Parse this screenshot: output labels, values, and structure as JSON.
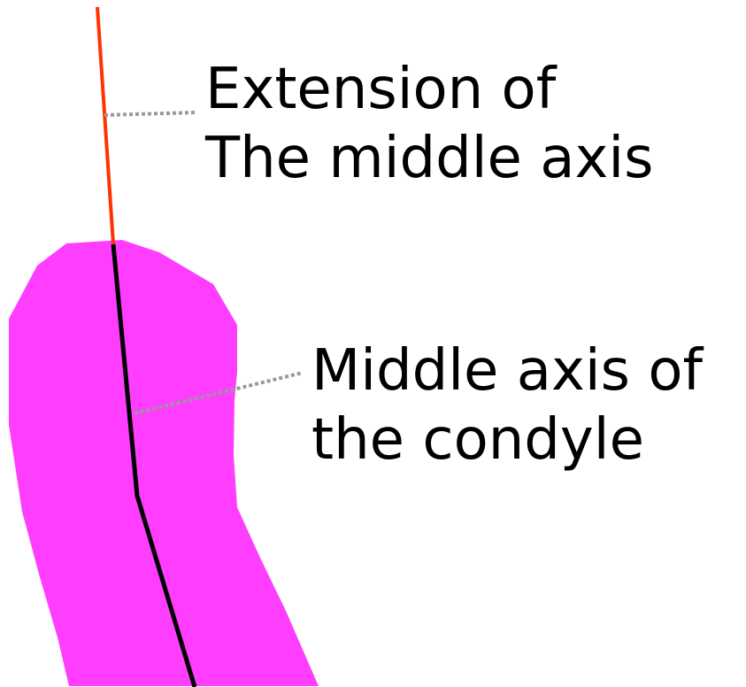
{
  "colors": {
    "condyle_fill": "#ff3dff",
    "middle_axis": "#000000",
    "extension_line": "#ff3300",
    "leader_line": "#999999",
    "text": "#000000",
    "background": "#ffffff"
  },
  "labels": {
    "extension": {
      "line1": "Extension of",
      "line2": "The middle axis"
    },
    "middle_axis": {
      "line1": "Middle axis of",
      "line2": "the condyle"
    }
  }
}
